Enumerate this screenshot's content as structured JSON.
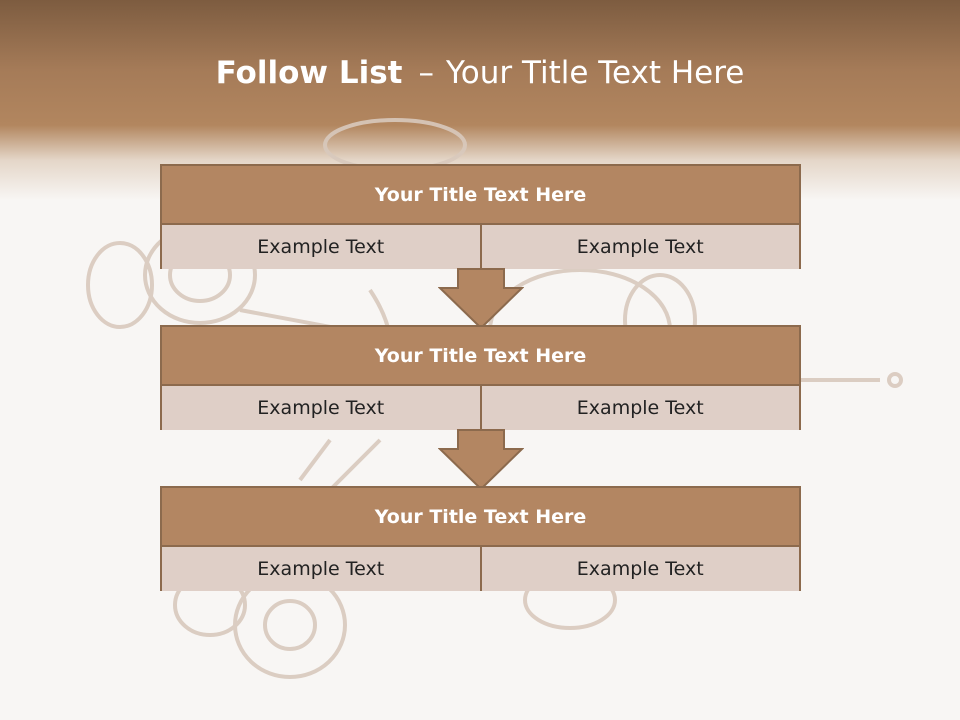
{
  "slide": {
    "title": "Follow List",
    "separator": "–",
    "subtitle": "Your Title Text Here"
  },
  "blocks": [
    {
      "title": "Your Title Text Here",
      "left_text": "Example Text",
      "right_text": "Example Text"
    },
    {
      "title": "Your Title Text Here",
      "left_text": "Example Text",
      "right_text": "Example Text"
    },
    {
      "title": "Your Title Text Here",
      "left_text": "Example Text",
      "right_text": "Example Text"
    }
  ],
  "colors": {
    "header_brown": "#a57b58",
    "block_title_fill": "#b38662",
    "block_body_fill": "#dfcfc7",
    "border": "#8c6a4d",
    "arrow_fill": "#b38662"
  },
  "background_image": "faded-turbocharger-parts-illustration"
}
